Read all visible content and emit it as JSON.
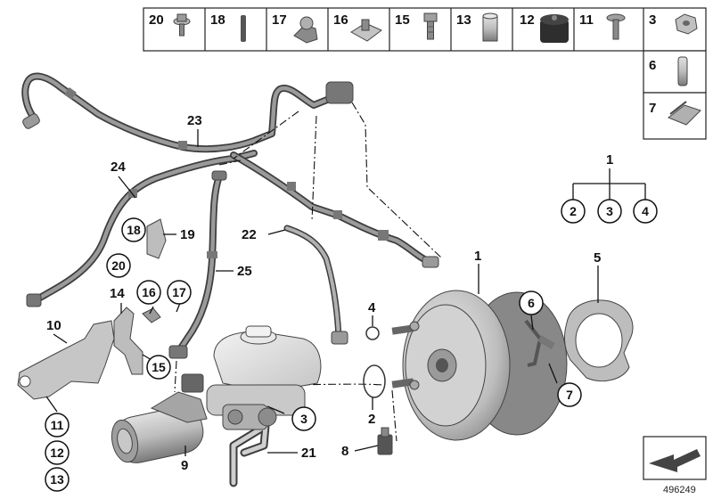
{
  "header_table": {
    "row_labels": [
      "20",
      "18",
      "17",
      "16",
      "15",
      "13",
      "12",
      "11",
      "3"
    ],
    "column_labels": [
      "6",
      "7"
    ]
  },
  "structure_tree": {
    "root": "1",
    "children": [
      "2",
      "3",
      "4"
    ]
  },
  "callouts": {
    "plain": [
      "23",
      "24",
      "19",
      "22",
      "25",
      "14",
      "10",
      "1",
      "5",
      "4",
      "2",
      "8",
      "9",
      "21"
    ],
    "circled": [
      "18",
      "20",
      "16",
      "17",
      "15",
      "11",
      "12",
      "13",
      "6",
      "7",
      "3"
    ]
  },
  "reference_number": "496249",
  "colors": {
    "line": "#111111",
    "pipe": "#3d3d3d",
    "pipe_fill": "#8a8a8a",
    "part_light": "#d6d6d6",
    "part_mid": "#b5b5b5",
    "part_dark": "#555555"
  }
}
